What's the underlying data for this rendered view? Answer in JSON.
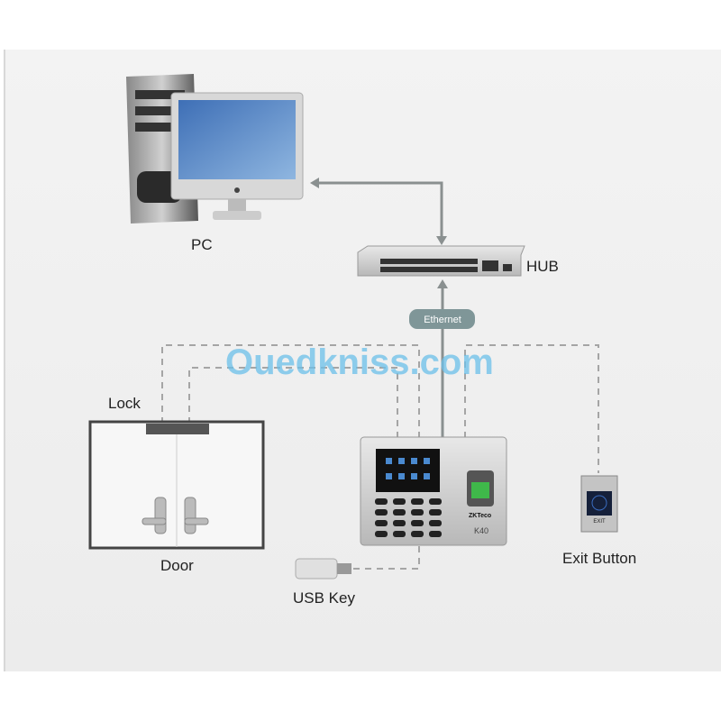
{
  "labels": {
    "pc": "PC",
    "hub": "HUB",
    "ethernet": "Ethernet",
    "lock": "Lock",
    "door": "Door",
    "usb_key": "USB Key",
    "exit_button": "Exit Button",
    "device_brand": "ZKTeco",
    "device_model": "K40",
    "exit_plate_text": "EXIT"
  },
  "watermark": "Ouedkniss.com",
  "colors": {
    "line": "#8a9090",
    "dash": "#a0a0a0",
    "pill": "#7f9698",
    "watermark_blue": "#6cc0ea",
    "watermark_gray": "#9aa3a8"
  }
}
